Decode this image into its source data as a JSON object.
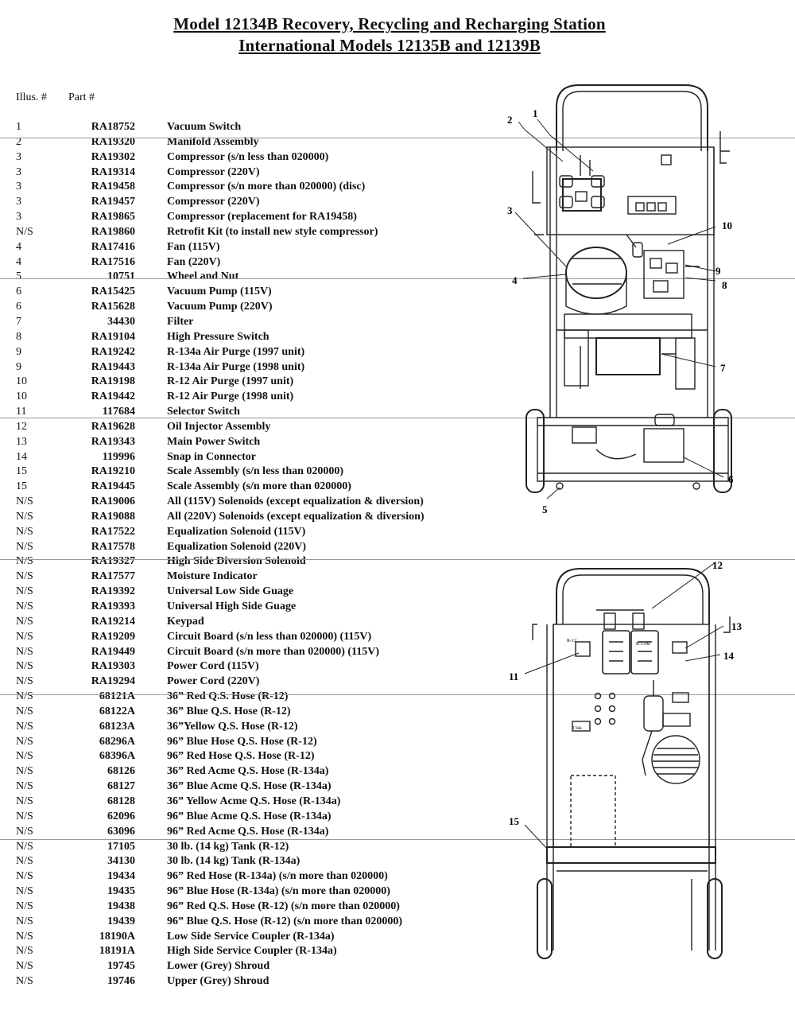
{
  "title_line1": "Model 12134B Recovery, Recycling and Recharging Station",
  "title_line2": "International Models 12135B and 12139B",
  "headers": {
    "illus": "Illus. #",
    "part": "Part #"
  },
  "parts": [
    {
      "illus": "1",
      "part": "RA18752",
      "desc": "Vacuum Switch"
    },
    {
      "illus": "2",
      "part": "RA19320",
      "desc": "Manifold Assembly"
    },
    {
      "illus": "3",
      "part": "RA19302",
      "desc": "Compressor (s/n less than 020000)"
    },
    {
      "illus": "3",
      "part": "RA19314",
      "desc": "Compressor (220V)"
    },
    {
      "illus": "3",
      "part": "RA19458",
      "desc": "Compressor (s/n more than 020000) (disc)"
    },
    {
      "illus": "3",
      "part": "RA19457",
      "desc": "Compressor (220V)"
    },
    {
      "illus": "3",
      "part": "RA19865",
      "desc": "Compressor (replacement for RA19458)"
    },
    {
      "illus": "N/S",
      "part": "RA19860",
      "desc": "Retrofit Kit (to install new style compressor)"
    },
    {
      "illus": "4",
      "part": "RA17416",
      "desc": "Fan (115V)"
    },
    {
      "illus": "4",
      "part": "RA17516",
      "desc": "Fan (220V)"
    },
    {
      "illus": "5",
      "part": "10751",
      "desc": "Wheel and Nut"
    },
    {
      "illus": "6",
      "part": "RA15425",
      "desc": "Vacuum Pump (115V)"
    },
    {
      "illus": "6",
      "part": "RA15628",
      "desc": "Vacuum Pump (220V)"
    },
    {
      "illus": "7",
      "part": "34430",
      "desc": "Filter"
    },
    {
      "illus": "8",
      "part": "RA19104",
      "desc": "High Pressure Switch"
    },
    {
      "illus": "9",
      "part": "RA19242",
      "desc": "R-134a Air Purge (1997 unit)"
    },
    {
      "illus": "9",
      "part": "RA19443",
      "desc": "R-134a Air Purge (1998 unit)"
    },
    {
      "illus": "10",
      "part": "RA19198",
      "desc": "R-12 Air Purge (1997 unit)"
    },
    {
      "illus": "10",
      "part": "RA19442",
      "desc": "R-12 Air Purge (1998 unit)"
    },
    {
      "illus": "11",
      "part": "117684",
      "desc": "Selector Switch"
    },
    {
      "illus": "12",
      "part": "RA19628",
      "desc": "Oil Injector Assembly"
    },
    {
      "illus": "13",
      "part": "RA19343",
      "desc": "Main Power Switch"
    },
    {
      "illus": "14",
      "part": "119996",
      "desc": "Snap in Connector"
    },
    {
      "illus": "15",
      "part": "RA19210",
      "desc": "Scale Assembly (s/n less than 020000)"
    },
    {
      "illus": "15",
      "part": "RA19445",
      "desc": "Scale Assembly (s/n more than 020000)"
    },
    {
      "illus": "N/S",
      "part": "RA19006",
      "desc": "All (115V) Solenoids (except equalization & diversion)"
    },
    {
      "illus": "N/S",
      "part": "RA19088",
      "desc": "All (220V) Solenoids (except equalization & diversion)"
    },
    {
      "illus": "N/S",
      "part": "RA17522",
      "desc": "Equalization Solenoid (115V)"
    },
    {
      "illus": "N/S",
      "part": "RA17578",
      "desc": "Equalization Solenoid (220V)"
    },
    {
      "illus": "N/S",
      "part": "RA19327",
      "desc": "High Side Diversion Solenoid"
    },
    {
      "illus": "N/S",
      "part": "RA17577",
      "desc": "Moisture Indicator"
    },
    {
      "illus": "N/S",
      "part": "RA19392",
      "desc": "Universal Low Side Guage"
    },
    {
      "illus": "N/S",
      "part": "RA19393",
      "desc": "Universal High Side Guage"
    },
    {
      "illus": "N/S",
      "part": "RA19214",
      "desc": "Keypad"
    },
    {
      "illus": "N/S",
      "part": "RA19209",
      "desc": "Circuit Board (s/n less than 020000) (115V)"
    },
    {
      "illus": "N/S",
      "part": "RA19449",
      "desc": "Circuit Board (s/n more than 020000) (115V)"
    },
    {
      "illus": "N/S",
      "part": "RA19303",
      "desc": "Power Cord (115V)"
    },
    {
      "illus": "N/S",
      "part": "RA19294",
      "desc": "Power Cord (220V)"
    },
    {
      "illus": "N/S",
      "part": "68121A",
      "desc": "36” Red Q.S. Hose (R-12)"
    },
    {
      "illus": "N/S",
      "part": "68122A",
      "desc": "36” Blue Q.S. Hose (R-12)"
    },
    {
      "illus": "N/S",
      "part": "68123A",
      "desc": "36”Yellow Q.S. Hose (R-12)"
    },
    {
      "illus": "N/S",
      "part": "68296A",
      "desc": "96” Blue Hose Q.S. Hose (R-12)"
    },
    {
      "illus": "N/S",
      "part": "68396A",
      "desc": "96” Red Hose Q.S. Hose (R-12)"
    },
    {
      "illus": "N/S",
      "part": "68126",
      "desc": "36” Red Acme Q.S. Hose (R-134a)"
    },
    {
      "illus": "N/S",
      "part": "68127",
      "desc": "36” Blue Acme Q.S. Hose (R-134a)"
    },
    {
      "illus": "N/S",
      "part": "68128",
      "desc": "36” Yellow Acme Q.S. Hose (R-134a)"
    },
    {
      "illus": "N/S",
      "part": "62096",
      "desc": "96” Blue Acme Q.S. Hose (R-134a)"
    },
    {
      "illus": "N/S",
      "part": "63096",
      "desc": "96” Red Acme Q.S. Hose (R-134a)"
    },
    {
      "illus": "N/S",
      "part": "17105",
      "desc": "30 lb. (14 kg) Tank (R-12)"
    },
    {
      "illus": "N/S",
      "part": "34130",
      "desc": "30 lb. (14 kg) Tank (R-134a)"
    },
    {
      "illus": "N/S",
      "part": "19434",
      "desc": "96” Red Hose (R-134a) (s/n more than 020000)"
    },
    {
      "illus": "N/S",
      "part": "19435",
      "desc": "96” Blue Hose (R-134a) (s/n more than 020000)"
    },
    {
      "illus": "N/S",
      "part": "19438",
      "desc": "96” Red Q.S. Hose (R-12) (s/n more than 020000)"
    },
    {
      "illus": "N/S",
      "part": "19439",
      "desc": "96” Blue Q.S. Hose (R-12) (s/n more than 020000)"
    },
    {
      "illus": "N/S",
      "part": "18190A",
      "desc": "Low Side Service Coupler (R-134a)"
    },
    {
      "illus": "N/S",
      "part": "18191A",
      "desc": "High Side Service Coupler (R-134a)"
    },
    {
      "illus": "N/S",
      "part": "19745",
      "desc": "Lower (Grey) Shroud"
    },
    {
      "illus": "N/S",
      "part": "19746",
      "desc": "Upper (Grey) Shroud"
    }
  ],
  "callouts_top": [
    "1",
    "2",
    "3",
    "4",
    "10",
    "9",
    "8",
    "7",
    "6",
    "5"
  ],
  "callouts_bottom": [
    "12",
    "13",
    "14",
    "11",
    "15"
  ],
  "panel_labels": {
    "r12_tag": "R-12",
    "r134_tag": "R-134a",
    "sel_tag": "134a"
  }
}
